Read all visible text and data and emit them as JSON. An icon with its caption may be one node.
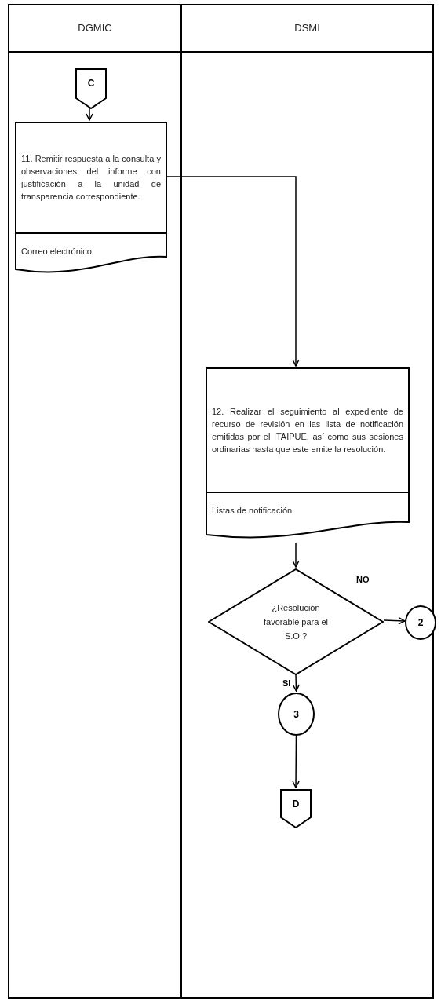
{
  "diagram": {
    "nodes": [
      {
        "text": [
          "DGMIC"
        ]
      },
      {
        "text": [
          "DSMI"
        ]
      },
      {
        "text": [
          "C"
        ],
        "in": 0
      },
      {
        "text": [
          "11. Remitir respuesta a la consulta y observaciones del informe con justificación a la unidad de transparencia correspondiente.",
          "Correo electrónico"
        ],
        "in": 0
      },
      {
        "text": [
          "12. Realizar el seguimiento al expediente de recurso de revisión en las lista de notificación emitidas por el ITAIPUE, así como sus sesiones ordinarias hasta que este emite la resolución.",
          "Listas de notificación"
        ],
        "in": 1
      },
      {
        "text": [
          "¿Resolución favorable para el S.O.?"
        ],
        "in": 1
      },
      {
        "text": [
          "2"
        ],
        "in": 1
      },
      {
        "text": [
          "3"
        ],
        "in": 1
      },
      {
        "text": [
          "D"
        ],
        "in": 1
      }
    ],
    "edges": [
      {
        "from": 2,
        "to": 3,
        "arrow": "to"
      },
      {
        "from": 3,
        "to": 4,
        "arrow": "to"
      },
      {
        "from": 4,
        "to": 5,
        "arrow": "to"
      },
      {
        "from": 5,
        "to": 6,
        "arrow": "to",
        "label": "NO"
      },
      {
        "from": 5,
        "to": 7,
        "arrow": "to",
        "label": "SI"
      },
      {
        "from": 7,
        "to": 8,
        "arrow": "to"
      }
    ]
  }
}
